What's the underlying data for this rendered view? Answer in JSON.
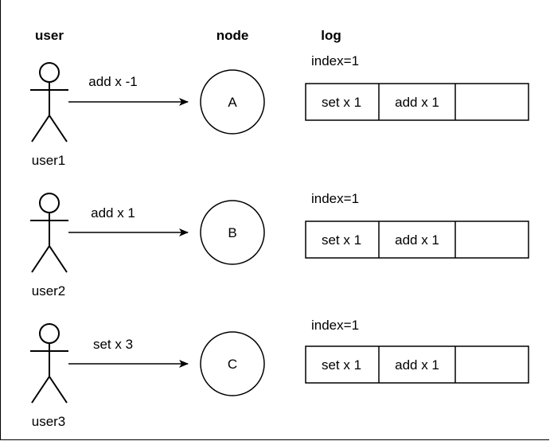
{
  "headers": {
    "user": "user",
    "node": "node",
    "log": "log"
  },
  "rows": [
    {
      "user": "user1",
      "action": "add x -1",
      "node": "A",
      "index": "index=1",
      "log": [
        "set x 1",
        "add x 1",
        ""
      ]
    },
    {
      "user": "user2",
      "action": "add x 1",
      "node": "B",
      "index": "index=1",
      "log": [
        "set x 1",
        "add x 1",
        ""
      ]
    },
    {
      "user": "user3",
      "action": "set x 3",
      "node": "C",
      "index": "index=1",
      "log": [
        "set x 1",
        "add x 1",
        ""
      ]
    }
  ]
}
